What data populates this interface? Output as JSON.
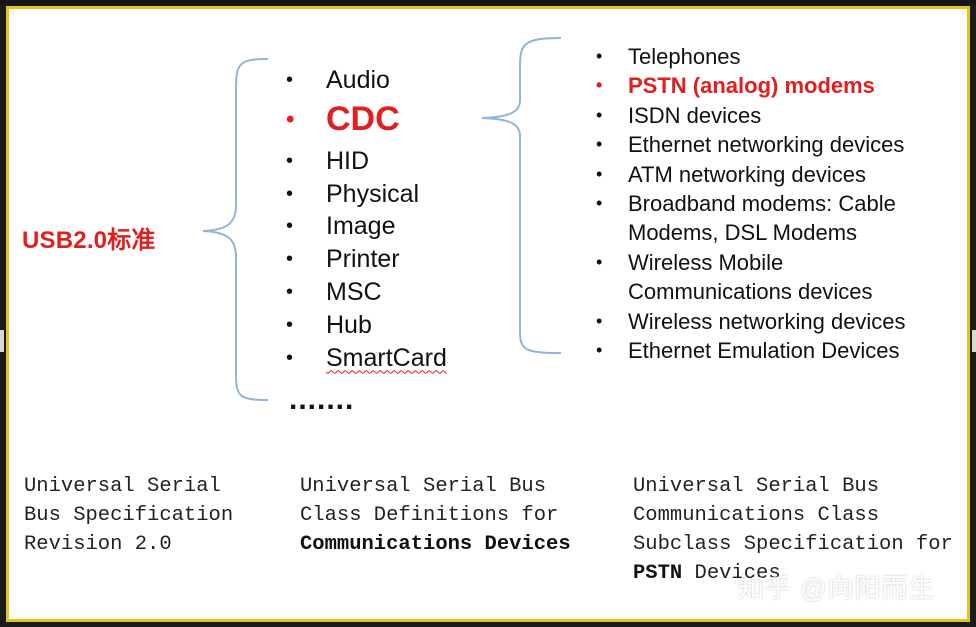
{
  "standard": {
    "title": "USB2.0标准"
  },
  "device_classes": [
    {
      "label": "Audio",
      "highlighted": false,
      "bullet": "•"
    },
    {
      "label": "CDC",
      "highlighted": true,
      "bullet": "•"
    },
    {
      "label": "HID",
      "highlighted": false,
      "bullet": "•"
    },
    {
      "label": "Physical",
      "highlighted": false,
      "bullet": "•"
    },
    {
      "label": "Image",
      "highlighted": false,
      "bullet": "•"
    },
    {
      "label": "Printer",
      "highlighted": false,
      "bullet": "•"
    },
    {
      "label": "MSC",
      "highlighted": false,
      "bullet": "•"
    },
    {
      "label": "Hub",
      "highlighted": false,
      "bullet": "•"
    },
    {
      "label": "SmartCard",
      "highlighted": false,
      "bullet": "•"
    }
  ],
  "more_indicator": ".......",
  "cdc_devices": [
    {
      "label": "Telephones",
      "highlighted": false,
      "bullet": "•"
    },
    {
      "label": "PSTN (analog) modems",
      "highlighted": true,
      "bullet": "•"
    },
    {
      "label": "ISDN devices",
      "highlighted": false,
      "bullet": "•"
    },
    {
      "label": "Ethernet networking devices",
      "highlighted": false,
      "bullet": "•"
    },
    {
      "label": "ATM networking devices",
      "highlighted": false,
      "bullet": "•"
    },
    {
      "label": "Broadband modems: Cable\nModems, DSL Modems",
      "highlighted": false,
      "bullet": "•"
    },
    {
      "label": "Wireless Mobile\nCommunications devices",
      "highlighted": false,
      "bullet": "•"
    },
    {
      "label": "Wireless networking devices",
      "highlighted": false,
      "bullet": "•"
    },
    {
      "label": "Ethernet Emulation Devices",
      "highlighted": false,
      "bullet": "•"
    }
  ],
  "captions": {
    "left": "Universal Serial\nBus Specification\nRevision 2.0",
    "mid_plain": "Universal Serial Bus\nClass Definitions for\n",
    "mid_bold": "Communications Devices",
    "right_plain": "Universal Serial Bus\nCommunications Class\nSubclass Specification for\n",
    "right_bold": "PSTN",
    "right_tail": " Devices"
  },
  "watermark": "知乎 @向阳而生",
  "colors": {
    "highlight": "#e02020",
    "brace": "#8fb5d9",
    "border": "#e8c21f"
  }
}
